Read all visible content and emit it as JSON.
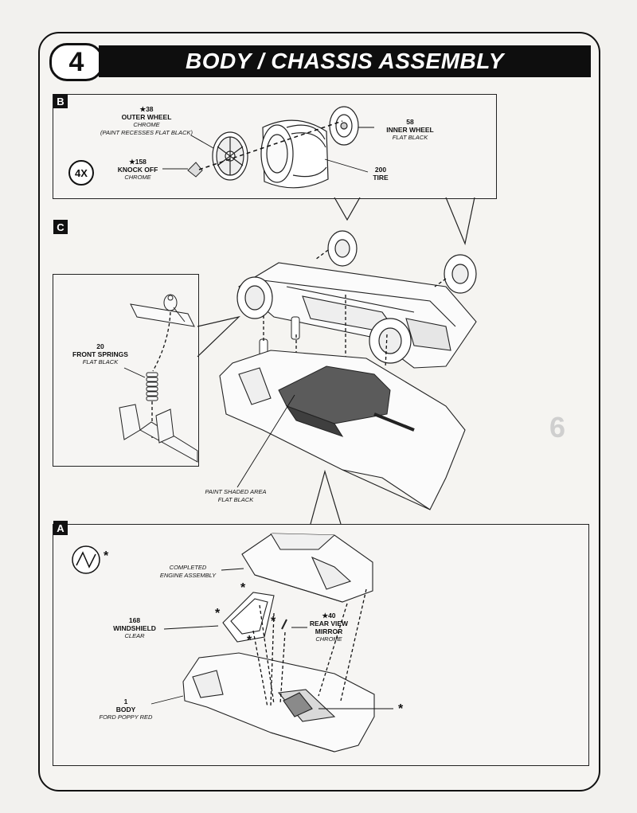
{
  "step": {
    "number": "4",
    "title": "BODY / CHASSIS ASSEMBLY"
  },
  "panels": {
    "b": "B",
    "c": "C",
    "a": "A"
  },
  "panel_b": {
    "multiplier": "4X",
    "outer_wheel": {
      "num": "★38",
      "name": "OUTER WHEEL",
      "finish": "CHROME",
      "note": "(PAINT RECESSES FLAT BLACK)"
    },
    "knock_off": {
      "num": "★158",
      "name": "KNOCK OFF",
      "finish": "CHROME"
    },
    "inner_wheel": {
      "num": "58",
      "name": "INNER WHEEL",
      "finish": "FLAT BLACK"
    },
    "tire": {
      "num": "200",
      "name": "TIRE"
    }
  },
  "panel_c": {
    "front_springs": {
      "num": "20",
      "name": "FRONT SPRINGS",
      "finish": "FLAT BLACK"
    },
    "paint_note": {
      "line1": "PAINT SHADED AREA",
      "line2": "FLAT BLACK"
    }
  },
  "panel_a": {
    "marker": "*",
    "engine_assembly": {
      "line1": "COMPLETED",
      "line2": "ENGINE ASSEMBLY"
    },
    "windshield": {
      "num": "168",
      "name": "WINDSHIELD",
      "finish": "CLEAR"
    },
    "mirror": {
      "num": "★40",
      "name1": "REAR VIEW",
      "name2": "MIRROR",
      "finish": "CHROME"
    },
    "body": {
      "num": "1",
      "name": "BODY",
      "finish": "FORD POPPY RED"
    }
  }
}
